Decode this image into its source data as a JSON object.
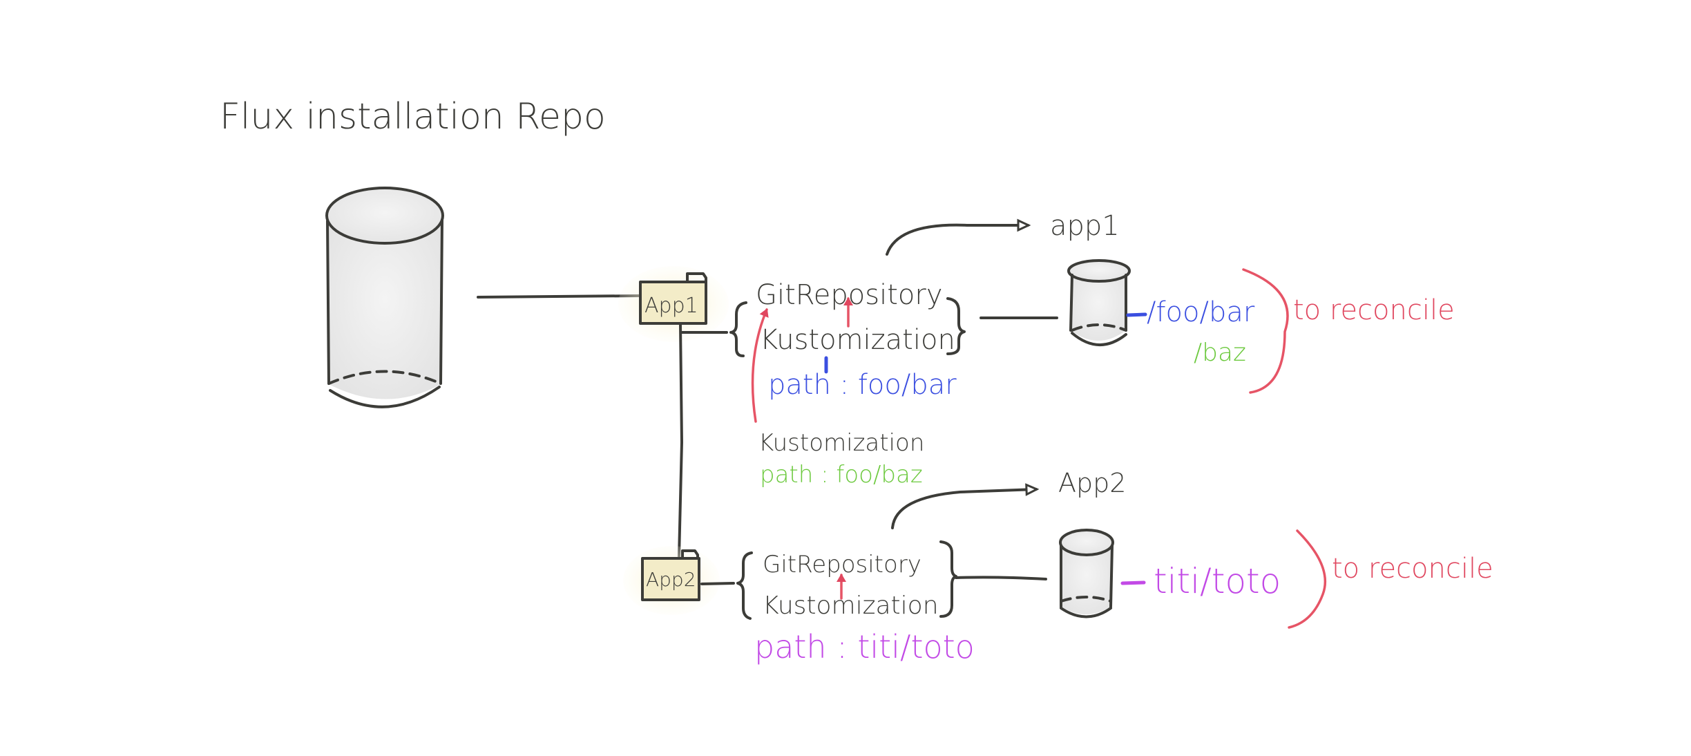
{
  "title": "Flux installation Repo",
  "colors": {
    "ink": "#3c3c38",
    "blue": "#3b4fe0",
    "green": "#6cc93e",
    "purple": "#c24ae6",
    "red": "#e0475f",
    "folder": "#f3ecc8",
    "background": "#ffffff"
  },
  "main_repo": {
    "icon": "cylinder-icon",
    "label": ""
  },
  "app1": {
    "folder_label": "App1",
    "git_repository": "GitRepository",
    "kustomization": "Kustomization",
    "path_bar": "path : foo/bar",
    "kustomization2": "Kustomization",
    "path_baz": "path : foo/baz",
    "target_label": "app1",
    "repo_path_bar": "/foo/bar",
    "repo_path_baz": "/baz",
    "reconcile": "to reconcile"
  },
  "app2": {
    "folder_label": "App2",
    "git_repository": "GitRepository",
    "kustomization": "Kustomization",
    "path": "path : titi/toto",
    "target_label": "App2",
    "repo_path": "titi/toto",
    "reconcile": "to reconcile"
  }
}
